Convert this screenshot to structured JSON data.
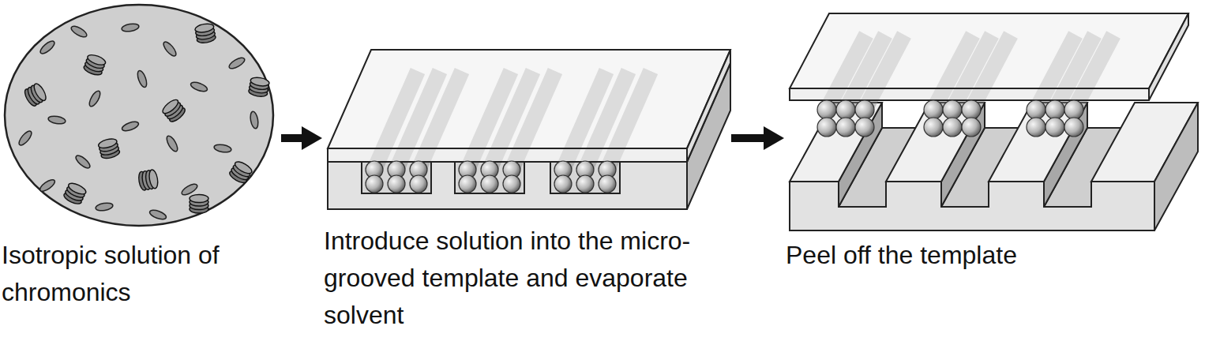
{
  "diagram": {
    "nodes": [
      {
        "text": [
          "Isotropic solution of chromonics"
        ]
      },
      {
        "text": [
          "Introduce solution into the micro-grooved template and evaporate solvent"
        ]
      },
      {
        "text": [
          "Peel off the template"
        ]
      }
    ],
    "edges": [
      {
        "from": 0,
        "to": 1,
        "arrow": "to"
      },
      {
        "from": 1,
        "to": 2,
        "arrow": "to"
      }
    ]
  }
}
